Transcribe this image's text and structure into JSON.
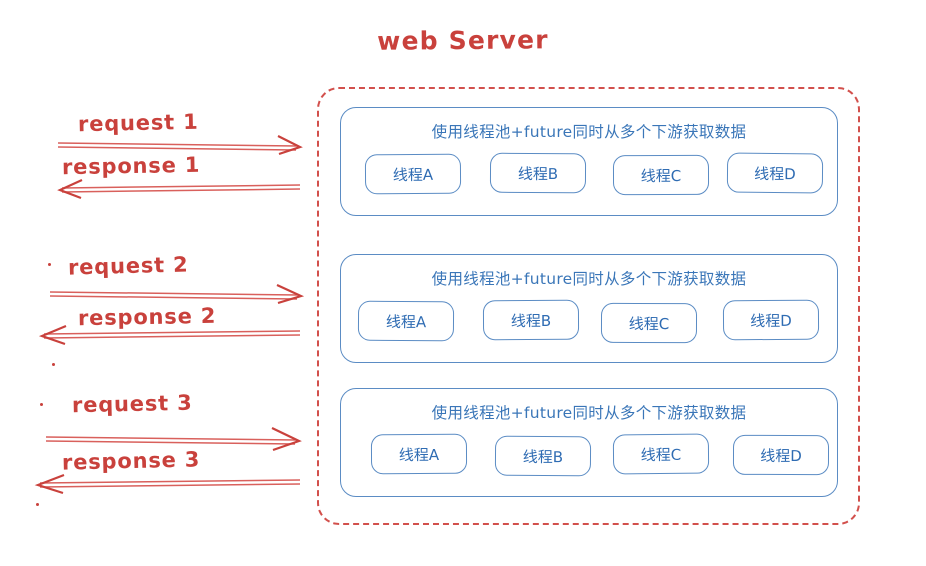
{
  "title": "web Server",
  "colors": {
    "red": "#c9413c",
    "dashed_red": "#d2504c",
    "blue_border": "#5b8cc4",
    "blue_text": "#3a76b8",
    "thread_text": "#2f6cb3",
    "background": "#ffffff"
  },
  "flows": [
    {
      "request": "request 1",
      "response": "response 1"
    },
    {
      "request": "request 2",
      "response": "response 2"
    },
    {
      "request": "request 3",
      "response": "response 3"
    }
  ],
  "server": {
    "groups": [
      {
        "caption": "使用线程池+future同时从多个下游获取数据",
        "threads": [
          "线程A",
          "线程B",
          "线程C",
          "线程D"
        ]
      },
      {
        "caption": "使用线程池+future同时从多个下游获取数据",
        "threads": [
          "线程A",
          "线程B",
          "线程C",
          "线程D"
        ]
      },
      {
        "caption": "使用线程池+future同时从多个下游获取数据",
        "threads": [
          "线程A",
          "线程B",
          "线程C",
          "线程D"
        ]
      }
    ]
  }
}
